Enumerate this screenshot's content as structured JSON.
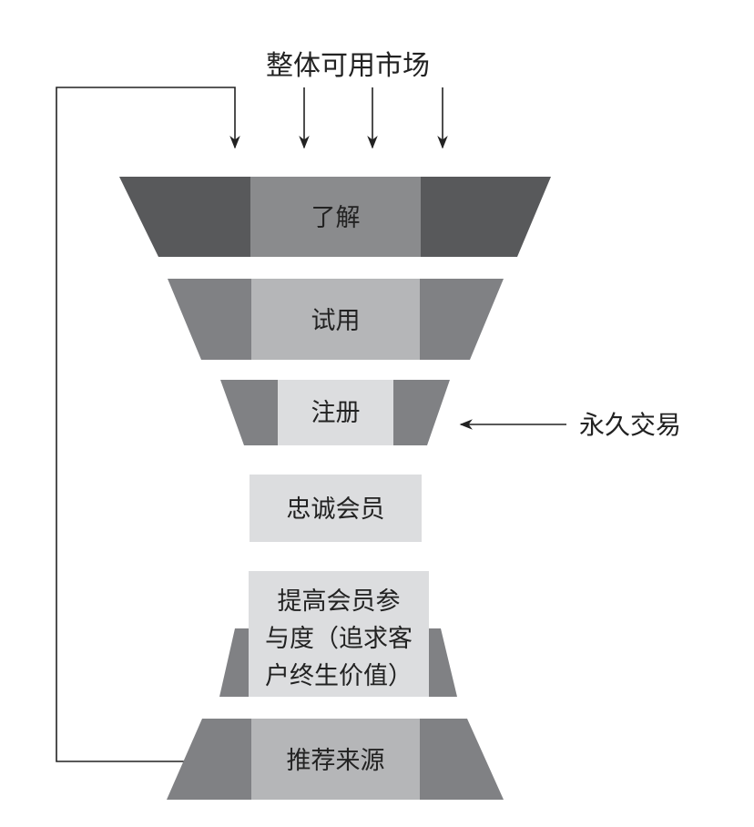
{
  "top_label": "整体可用市场",
  "side_label": "永久交易",
  "stages": [
    {
      "lines": [
        "了解"
      ]
    },
    {
      "lines": [
        "试用"
      ]
    },
    {
      "lines": [
        "注册"
      ]
    },
    {
      "lines": [
        "忠诚会员"
      ]
    },
    {
      "lines": [
        "提高会员参",
        "与度（追求客",
        "户终生价值）"
      ]
    },
    {
      "lines": [
        "推荐来源"
      ]
    }
  ]
}
